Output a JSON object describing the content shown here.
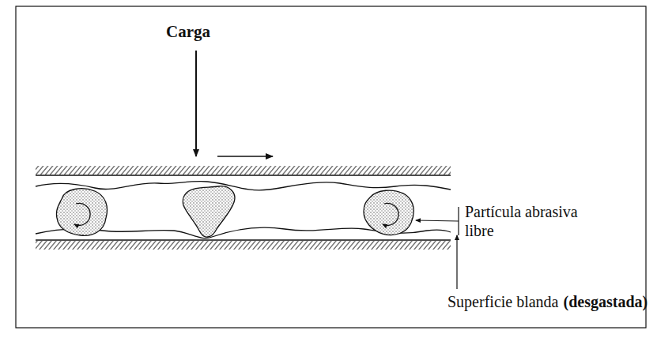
{
  "diagram": {
    "labels": [
      "Carga",
      "Partícula abrasiva libre",
      "Superficie blanda",
      "(desgastada)"
    ]
  }
}
